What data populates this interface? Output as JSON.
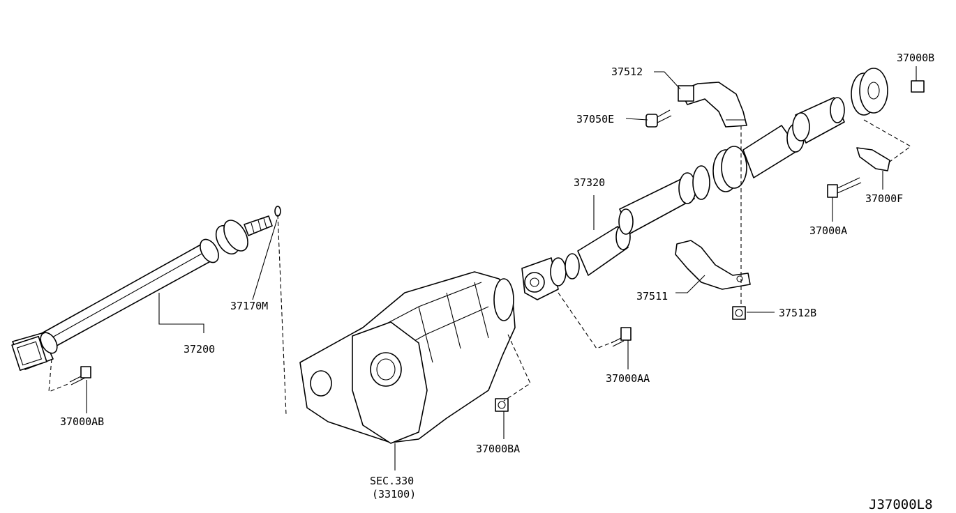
{
  "labels": {
    "p37512": "37512",
    "p37050E": "37050E",
    "p37320": "37320",
    "p37170M": "37170M",
    "p37200": "37200",
    "p37000AB": "37000AB",
    "p37000BA": "37000BA",
    "p37000AA": "37000AA",
    "p37511": "37511",
    "p37512B": "37512B",
    "p37000A": "37000A",
    "p37000F": "37000F",
    "p37000B": "37000B",
    "sec": "SEC.330",
    "sec_sub": "(33100)"
  },
  "diagram_code": "J37000L8"
}
